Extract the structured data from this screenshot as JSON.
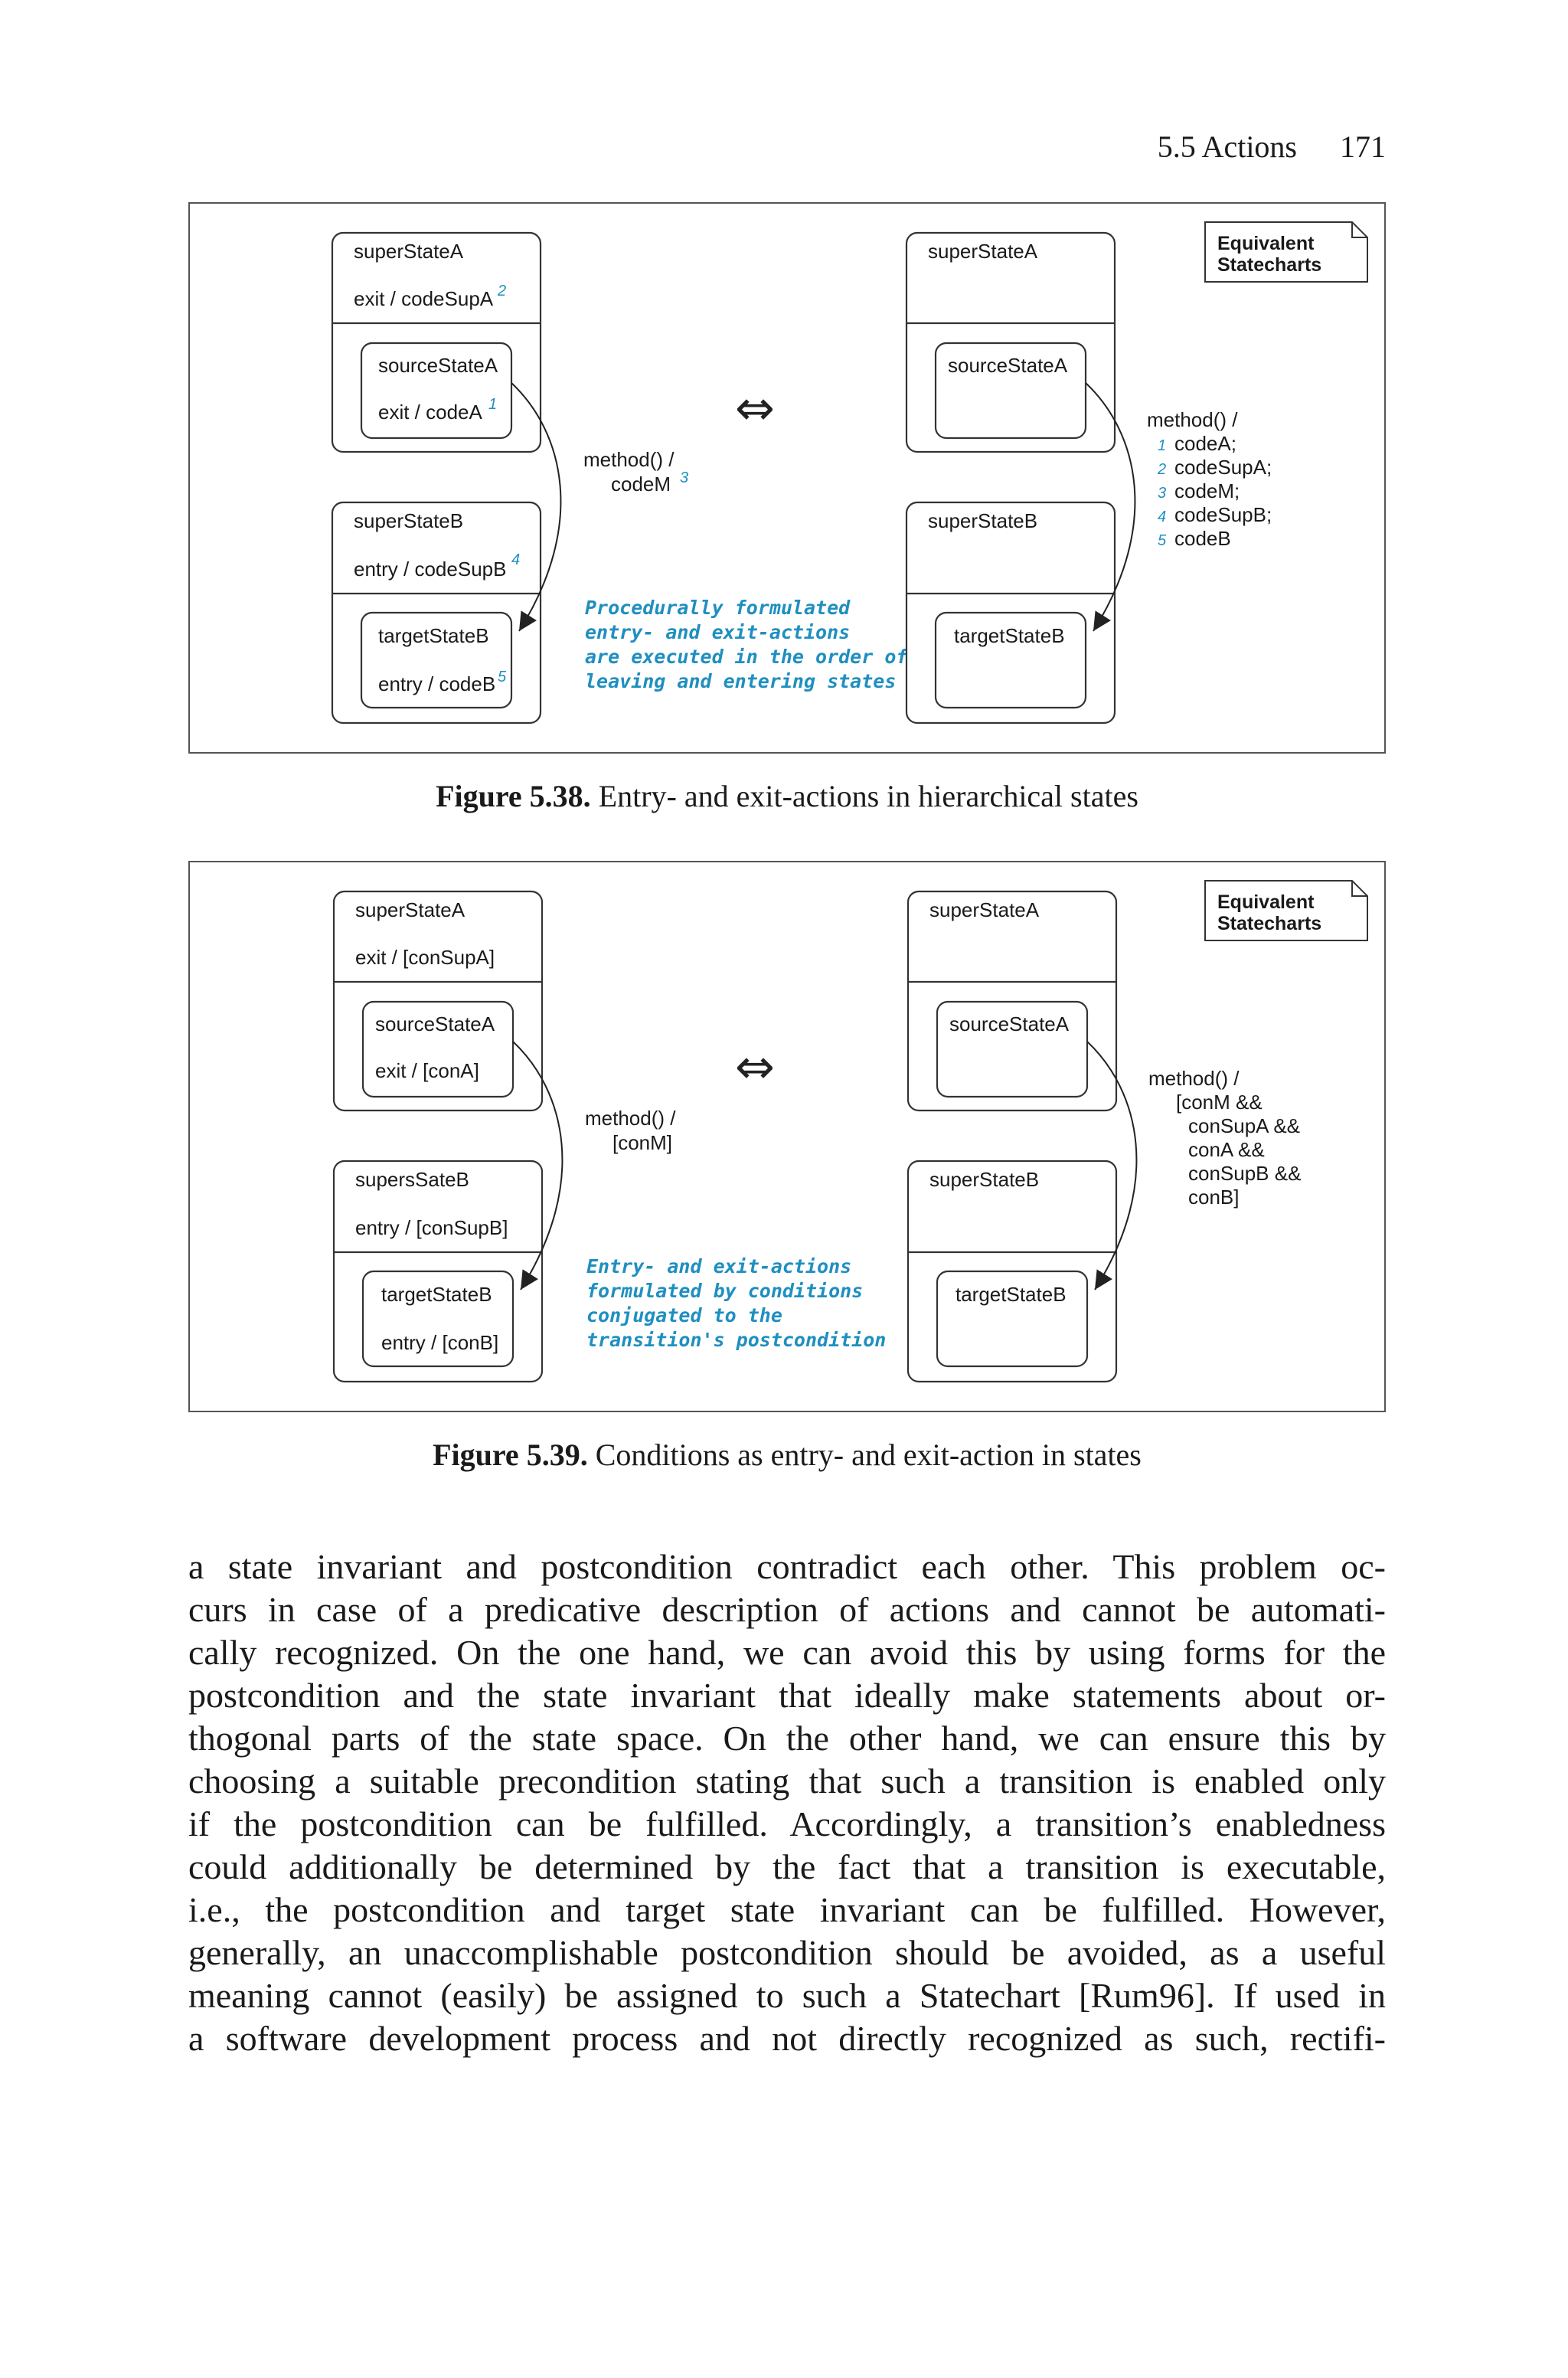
{
  "header": {
    "section": "5.5 Actions",
    "page_number": "171"
  },
  "figure1": {
    "left": {
      "superA_title": "superStateA",
      "superA_action": "exit / codeSupA",
      "superA_num": "2",
      "sourceA_title": "sourceStateA",
      "sourceA_action": "exit / codeA",
      "sourceA_num": "1",
      "superB_title": "superStateB",
      "superB_action": "entry / codeSupB",
      "superB_num": "4",
      "targetB_title": "targetStateB",
      "targetB_action": "entry / codeB",
      "targetB_num": "5"
    },
    "transition_label_1": "method() /",
    "transition_label_2": "codeM",
    "transition_num": "3",
    "blue_note": [
      "Procedurally formulated",
      "entry- and exit-actions",
      "are executed in the order of",
      "leaving and entering states"
    ],
    "equiv_symbol": "⇔",
    "right": {
      "superA_title": "superStateA",
      "sourceA_title": "sourceStateA",
      "superB_title": "superStateB",
      "targetB_title": "targetStateB"
    },
    "note_lines": [
      "Equivalent",
      "Statecharts"
    ],
    "right_label": {
      "head": "method() /",
      "lines": [
        {
          "num": "1",
          "text": "codeA;"
        },
        {
          "num": "2",
          "text": "codeSupA;"
        },
        {
          "num": "3",
          "text": "codeM;"
        },
        {
          "num": "4",
          "text": "codeSupB;"
        },
        {
          "num": "5",
          "text": "codeB"
        }
      ]
    },
    "caption_label": "Figure 5.38.",
    "caption_text": " Entry- and exit-actions in hierarchical states"
  },
  "figure2": {
    "left": {
      "superA_title": "superStateA",
      "superA_action": "exit / [conSupA]",
      "sourceA_title": "sourceStateA",
      "sourceA_action": "exit / [conA]",
      "superB_title": "supersSateB",
      "superB_action": "entry / [conSupB]",
      "targetB_title": "targetStateB",
      "targetB_action": "entry / [conB]"
    },
    "transition_label_1": "method() /",
    "transition_label_2": "[conM]",
    "blue_note": [
      "Entry- and exit-actions",
      "formulated by conditions",
      "conjugated to the",
      "transition's postcondition"
    ],
    "equiv_symbol": "⇔",
    "right": {
      "superA_title": "superStateA",
      "sourceA_title": "sourceStateA",
      "superB_title": "superStateB",
      "targetB_title": "targetStateB"
    },
    "note_lines": [
      "Equivalent",
      "Statecharts"
    ],
    "right_label": [
      "method() /",
      "[conM &&",
      "conSupA &&",
      "conA &&",
      "conSupB &&",
      "conB]"
    ],
    "caption_label": "Figure 5.39.",
    "caption_text": " Conditions as entry- and exit-action in states"
  },
  "body_lines": [
    "a state invariant and postcondition contradict each other. This problem oc-",
    "curs in case of a predicative description of actions and cannot be automati-",
    "cally recognized. On the one hand, we can avoid this by using forms for the",
    "postcondition and the state invariant that ideally make statements about or-",
    "thogonal parts of the state space. On the other hand, we can ensure this by",
    "choosing a suitable precondition stating that such a transition is enabled only",
    "if the postcondition can be fulfilled. Accordingly, a transition’s enabledness",
    "could additionally be determined by the fact that a transition is executable,",
    "i.e., the postcondition and target state invariant can be fulfilled. However,",
    "generally, an unaccomplishable postcondition should be avoided, as a useful",
    "meaning cannot (easily) be assigned to such a Statechart [Rum96]. If used in",
    "a software development process and not directly recognized as such, rectifi-"
  ]
}
